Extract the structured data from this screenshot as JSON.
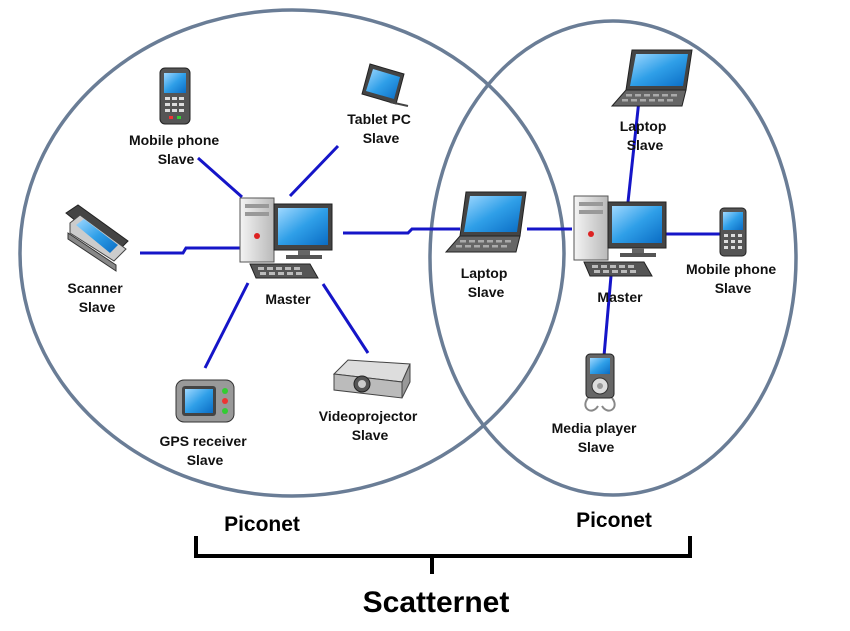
{
  "nodes": {
    "mobile_left": {
      "line1": "Mobile phone",
      "line2": "Slave"
    },
    "tablet": {
      "line1": "Tablet PC",
      "line2": "Slave"
    },
    "scanner": {
      "line1": "Scanner",
      "line2": "Slave"
    },
    "master_left": {
      "line1": "Master"
    },
    "gps": {
      "line1": "GPS receiver",
      "line2": "Slave"
    },
    "projector": {
      "line1": "Videoprojector",
      "line2": "Slave"
    },
    "laptop_bridge": {
      "line1": "Laptop",
      "line2": "Slave"
    },
    "laptop_top": {
      "line1": "Laptop",
      "line2": "Slave"
    },
    "master_right": {
      "line1": "Master"
    },
    "mobile_right": {
      "line1": "Mobile phone",
      "line2": "Slave"
    },
    "media": {
      "line1": "Media player",
      "line2": "Slave"
    }
  },
  "labels": {
    "piconet_left": "Piconet",
    "piconet_right": "Piconet",
    "scatternet": "Scatternet"
  },
  "colors": {
    "link": "#1515c8",
    "ring": "#6a7d96",
    "screen": "#2f9fe8"
  }
}
